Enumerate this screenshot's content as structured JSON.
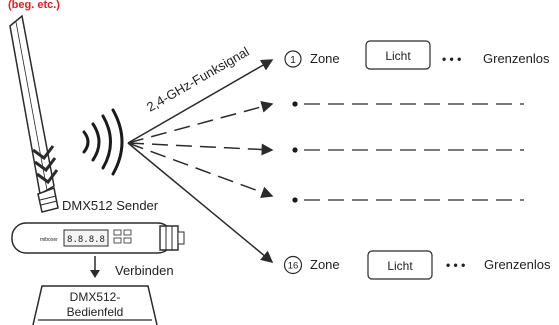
{
  "header": {
    "partial_title": "(beg. etc.)"
  },
  "signal_label": "2,4-GHz-Funksignal",
  "sender_label": "DMX512 Sender",
  "device_display": "8.8.8.8",
  "device_brand": "miboxer",
  "connect_label": "Verbinden",
  "panel": {
    "line1": "DMX512-",
    "line2": "Bedienfeld"
  },
  "zones": [
    {
      "number": "1",
      "zone_label": "Zone",
      "button_label": "Licht",
      "dots": "• • •",
      "range_label": "Grenzenlos"
    },
    {
      "number": "16",
      "zone_label": "Zone",
      "button_label": "Licht",
      "dots": "• • •",
      "range_label": "Grenzenlos"
    }
  ],
  "colors": {
    "line": "#2b2b2b",
    "header": "#e02020",
    "antenna": "#ffffff"
  }
}
